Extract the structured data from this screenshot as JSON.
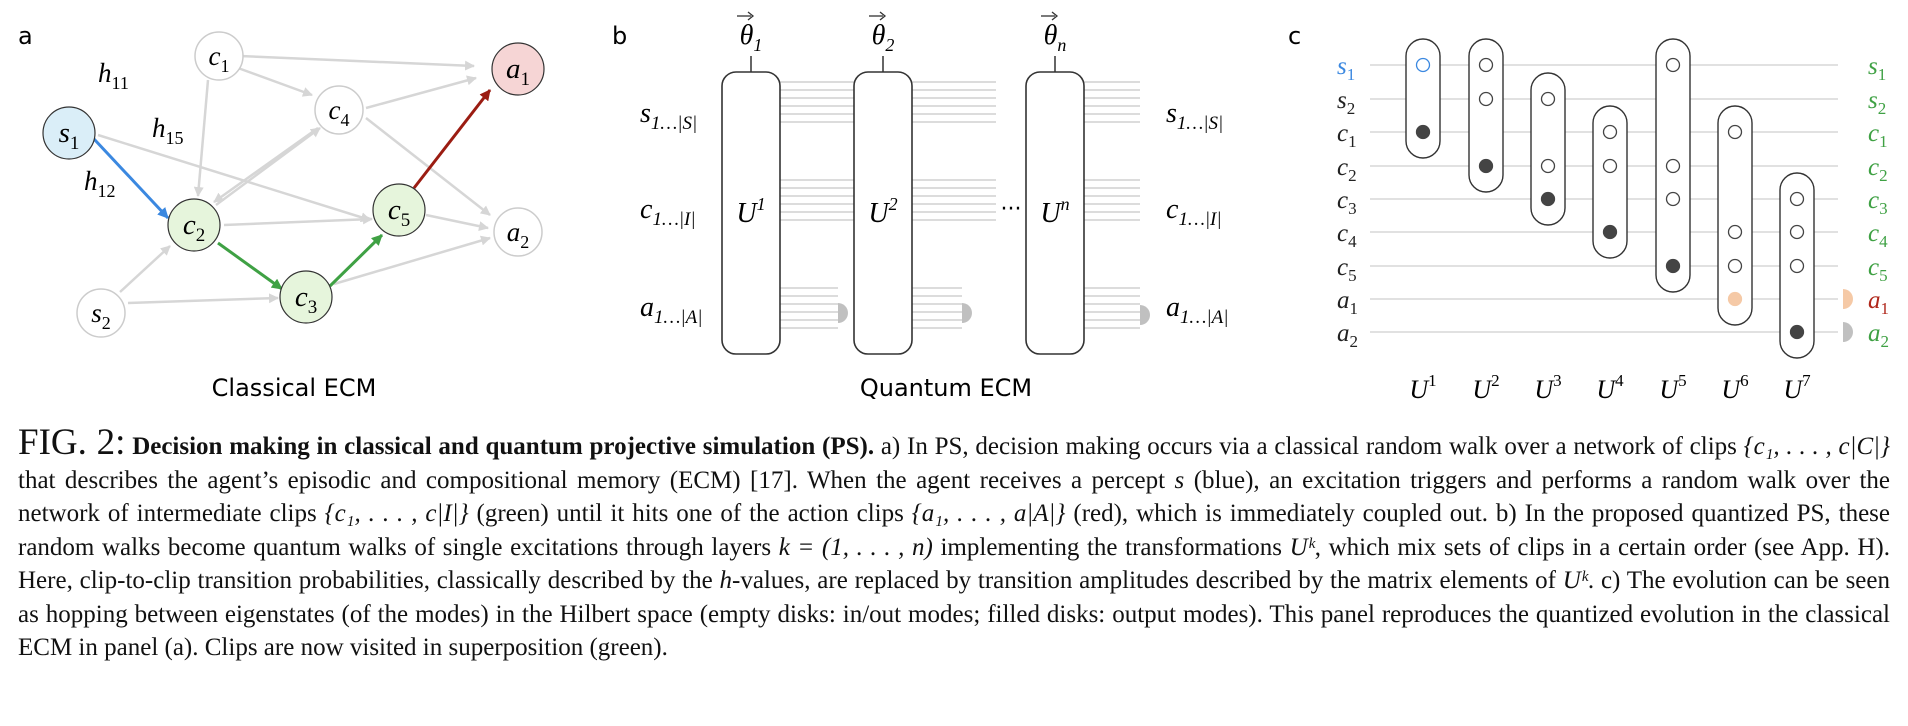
{
  "panels": {
    "a": {
      "label": "a",
      "title": "Classical ECM",
      "nodes": {
        "s1": "s",
        "s1_sub": "1",
        "s2": "s",
        "s2_sub": "2",
        "c1": "c",
        "c1_sub": "1",
        "c2": "c",
        "c2_sub": "2",
        "c3": "c",
        "c3_sub": "3",
        "c4": "c",
        "c4_sub": "4",
        "c5": "c",
        "c5_sub": "5",
        "a1": "a",
        "a1_sub": "1",
        "a2": "a",
        "a2_sub": "2"
      },
      "edge_labels": {
        "h11": "h",
        "h11_sub": "11",
        "h15": "h",
        "h15_sub": "15",
        "h12": "h",
        "h12_sub": "12"
      },
      "colors": {
        "percept": "#daeef8",
        "intermediate": "#e6f5dc",
        "action": "#f6d5d5",
        "blue_edge": "#3b88e0",
        "green_edge": "#3fa144",
        "red_edge": "#9b1c12"
      }
    },
    "b": {
      "label": "b",
      "title": "Quantum ECM",
      "thetas": [
        "θ",
        "θ",
        "θ"
      ],
      "theta_subs": [
        "1",
        "2",
        "n"
      ],
      "unitaries": [
        "U",
        "U",
        "U"
      ],
      "unitary_sups": [
        "1",
        "2",
        "n"
      ],
      "ellipsis": "···",
      "left_labels": [
        {
          "main": "s",
          "sub": "1…|S|"
        },
        {
          "main": "c",
          "sub": "1…|I|"
        },
        {
          "main": "a",
          "sub": "1…|A|"
        }
      ],
      "right_labels": [
        {
          "main": "s",
          "sub": "1…|S|"
        },
        {
          "main": "c",
          "sub": "1…|I|"
        },
        {
          "main": "a",
          "sub": "1…|A|"
        }
      ]
    },
    "c": {
      "label": "c",
      "rows_left": [
        {
          "main": "s",
          "sub": "1",
          "color": "#3b88e0"
        },
        {
          "main": "s",
          "sub": "2",
          "color": "#222222"
        },
        {
          "main": "c",
          "sub": "1",
          "color": "#222222"
        },
        {
          "main": "c",
          "sub": "2",
          "color": "#222222"
        },
        {
          "main": "c",
          "sub": "3",
          "color": "#222222"
        },
        {
          "main": "c",
          "sub": "4",
          "color": "#222222"
        },
        {
          "main": "c",
          "sub": "5",
          "color": "#222222"
        },
        {
          "main": "a",
          "sub": "1",
          "color": "#222222"
        },
        {
          "main": "a",
          "sub": "2",
          "color": "#222222"
        }
      ],
      "rows_right": [
        {
          "main": "s",
          "sub": "1",
          "color": "#3fa144"
        },
        {
          "main": "s",
          "sub": "2",
          "color": "#3fa144"
        },
        {
          "main": "c",
          "sub": "1",
          "color": "#3fa144"
        },
        {
          "main": "c",
          "sub": "2",
          "color": "#3fa144"
        },
        {
          "main": "c",
          "sub": "3",
          "color": "#3fa144"
        },
        {
          "main": "c",
          "sub": "4",
          "color": "#3fa144"
        },
        {
          "main": "c",
          "sub": "5",
          "color": "#3fa144"
        },
        {
          "main": "a",
          "sub": "1",
          "color": "#b0271b"
        },
        {
          "main": "a",
          "sub": "2",
          "color": "#3fa144"
        }
      ],
      "unitaries": [
        {
          "main": "U",
          "sup": "1"
        },
        {
          "main": "U",
          "sup": "2"
        },
        {
          "main": "U",
          "sup": "3"
        },
        {
          "main": "U",
          "sup": "4"
        },
        {
          "main": "U",
          "sup": "5"
        },
        {
          "main": "U",
          "sup": "6"
        },
        {
          "main": "U",
          "sup": "7"
        }
      ]
    }
  },
  "caption": {
    "fig_label": "FIG. 2:",
    "bold_title": "Decision making in classical and quantum projective simulation (PS).",
    "t1": " a) In PS, decision making occurs via a classical random walk over a network of clips ",
    "m1": "{c₁, . . . , c|C|}",
    "t2": " that describes the agent’s episodic and compositional memory (ECM) [17]. When the agent receives a percept ",
    "m2": "s",
    "t3": " (blue), an excitation triggers and performs a random walk over the network of intermediate clips ",
    "m3": "{c₁, . . . , c|I|}",
    "t4": " (green) until it hits one of the action clips ",
    "m4": "{a₁, . . . , a|A|}",
    "t5": " (red), which is immediately coupled out. b) In the proposed quantized PS, these random walks become quantum walks of single excitations through layers ",
    "m5": "k = (1, . . . , n)",
    "t6": " implementing the transformations ",
    "m6": "Uᵏ",
    "t7": ", which mix sets of clips in a certain order (see App. H). Here, clip-to-clip transition probabilities, classically described by the ",
    "m7": "h",
    "t8": "-values, are replaced by transition amplitudes described by the matrix elements of ",
    "m8": "Uᵏ",
    "t9": ". c) The evolution can be seen as hopping between eigenstates (of the modes) in the Hilbert space (empty disks: in/out modes; filled disks: output modes). This panel reproduces the quantized evolution in the classical ECM in panel (a). Clips are now visited in superposition (green)."
  }
}
